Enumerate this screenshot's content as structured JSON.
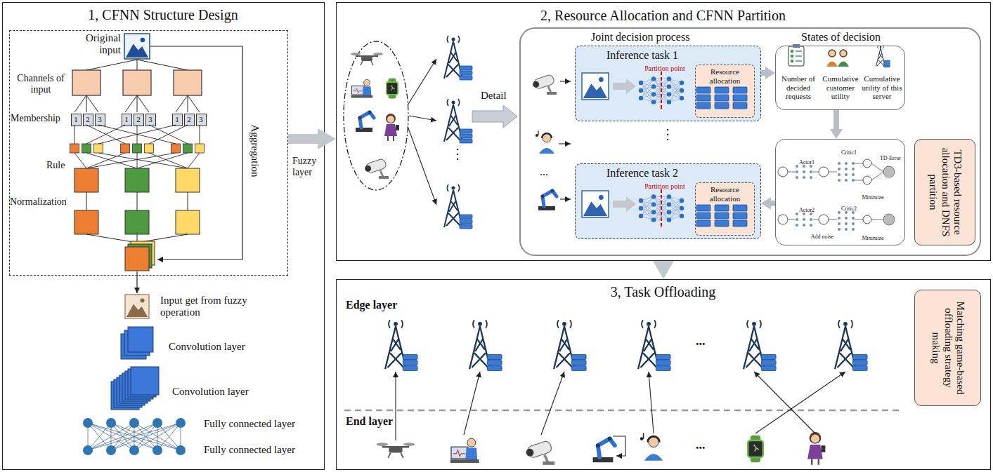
{
  "diagram": {
    "nodes": [
      {
        "text": [
          "1, CFNN Structure Design"
        ]
      },
      {
        "text": [
          "Fuzzy layer"
        ],
        "in": 0
      },
      {
        "text": [
          "1"
        ],
        "in": 1
      },
      {
        "text": [
          "2"
        ],
        "in": 1
      },
      {
        "text": [
          "3"
        ],
        "in": 1
      },
      {
        "text": [
          "1"
        ],
        "in": 1
      },
      {
        "text": [
          "2"
        ],
        "in": 1
      },
      {
        "text": [
          "3"
        ],
        "in": 1
      },
      {
        "text": [
          "1"
        ],
        "in": 1
      },
      {
        "text": [
          "2"
        ],
        "in": 1
      },
      {
        "text": [
          "3"
        ],
        "in": 1
      },
      {
        "text": [
          "2, Resource Allocation and CFNN Partition"
        ]
      },
      {
        "text": [
          "Joint decision process"
        ],
        "in": 11
      },
      {
        "text": [
          "Inference task 1",
          "Partition point"
        ],
        "in": 12
      },
      {
        "text": [
          "Resource allocation"
        ],
        "in": 13
      },
      {
        "text": [
          "Inference task 2",
          "Partition point"
        ],
        "in": 12
      },
      {
        "text": [
          "Resource allocation"
        ],
        "in": 15
      },
      {
        "text": [
          "States of decision",
          "Number of decided requests",
          "Cumulative customer utility",
          "Cumulative utility of this server"
        ],
        "in": 12
      },
      {
        "text": [
          "Actor1",
          "Critic1",
          "TD-Error",
          "Minimize",
          "Actor2",
          "Add noise",
          "Critic2",
          "Minimize"
        ],
        "in": 12
      },
      {
        "text": [
          "TD3-based resource allocation and DNFS partition"
        ],
        "in": 12
      },
      {
        "text": [
          "3, Task Offloading"
        ]
      },
      {
        "text": [
          "Matching game-based offloading strategy making"
        ],
        "in": 20
      }
    ],
    "edges": [
      {
        "from": 1,
        "to": 11,
        "arrow": "to"
      },
      {
        "from": 11,
        "to": 20,
        "arrow": "to"
      },
      {
        "from": 13,
        "to": 17,
        "arrow": "to"
      },
      {
        "from": 17,
        "to": 18,
        "arrow": "to"
      },
      {
        "from": 18,
        "to": 15,
        "arrow": "to"
      }
    ],
    "labels": [
      "Original input",
      "Channels of input",
      "Membership",
      "Rule",
      "Normalization",
      "Aggregation",
      "Input get from fuzzy operation",
      "Convolution layer",
      "Convolution layer",
      "Fully connected layer",
      "Fully connected layer",
      "Detail",
      "⋮",
      "⋮",
      "...",
      "Edge layer",
      "End layer",
      "...",
      "..."
    ]
  }
}
